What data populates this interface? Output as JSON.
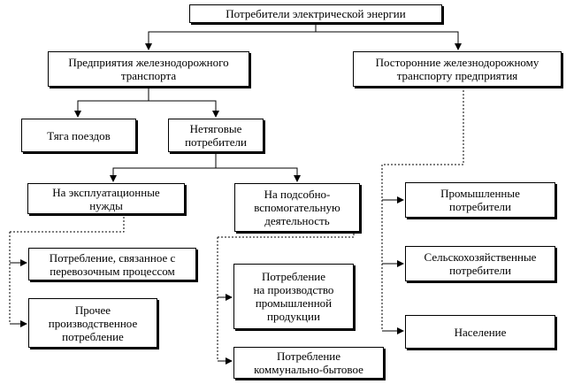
{
  "nodes": {
    "root": "Потребители электрической энергии",
    "railway_enterprises": "Предприятия железнодорожного\nтранспорта",
    "external_enterprises": "Посторонние железнодорожному\nтранспорту предприятия",
    "traction": "Тяга поездов",
    "non_traction": "Нетяговые\nпотребители",
    "operational_needs": "На эксплуатационные\nнужды",
    "auxiliary_activity": "На подсобно-\nвспомогательную\nдеятельность",
    "transport_consumption": "Потребление, связанное с\nперевозочным процессом",
    "other_production": "Прочее\nпроизводственное\nпотребление",
    "industrial_production": "Потребление\nна производство\nпромышленной\nпродукции",
    "household": "Потребление\nкоммунально-бытовое",
    "industrial_consumers": "Промышленные\nпотребители",
    "agricultural_consumers": "Сельскохозяйственные\nпотребители",
    "population": "Население"
  }
}
